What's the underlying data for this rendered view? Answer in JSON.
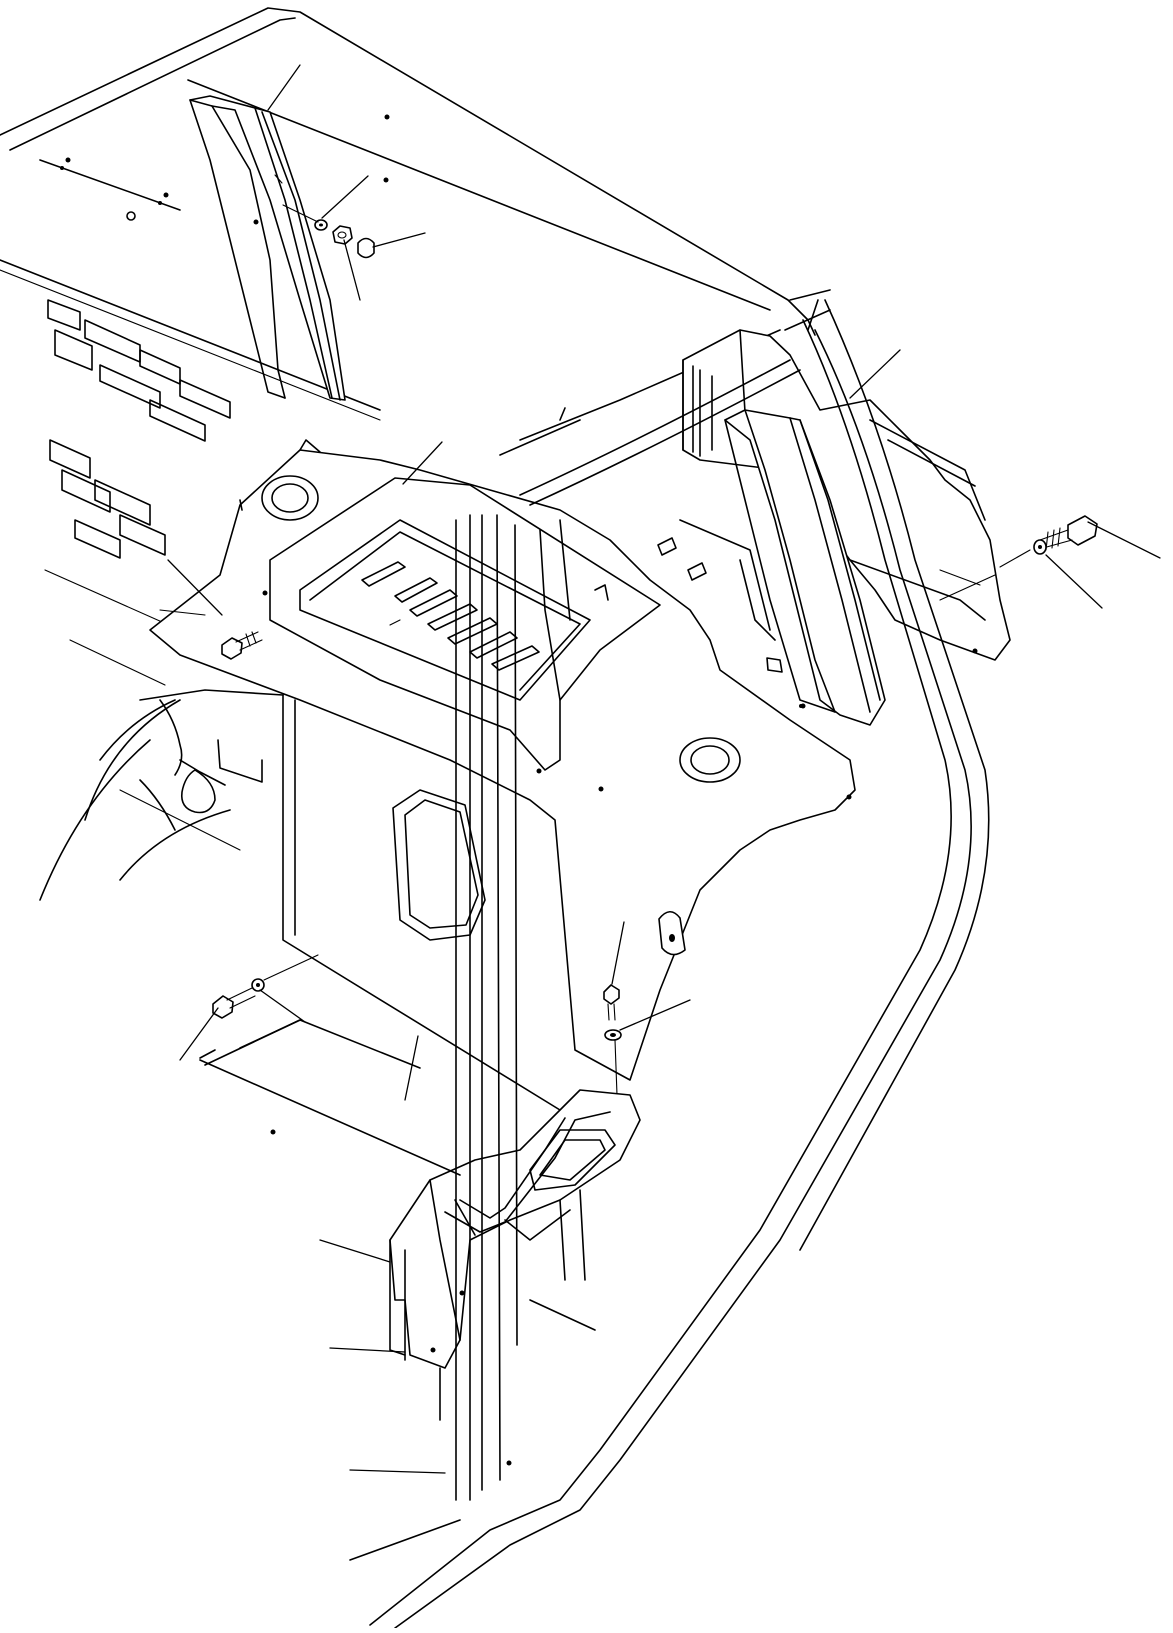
{
  "figure": {
    "kind": "exploded parts illustration",
    "line_color": "#000000",
    "background": "#ffffff",
    "callout_labels": []
  },
  "parts": [
    {
      "name": "left-vertical-trim",
      "label": ""
    },
    {
      "name": "right-vertical-trim",
      "label": ""
    },
    {
      "name": "center-console-panel",
      "label": ""
    },
    {
      "name": "rear-side-cover",
      "label": ""
    },
    {
      "name": "bolt",
      "label": ""
    },
    {
      "name": "washer",
      "label": ""
    },
    {
      "name": "nut",
      "label": ""
    },
    {
      "name": "cap",
      "label": ""
    },
    {
      "name": "front-pillar-trim",
      "label": ""
    },
    {
      "name": "lower-duct-cover",
      "label": ""
    }
  ]
}
